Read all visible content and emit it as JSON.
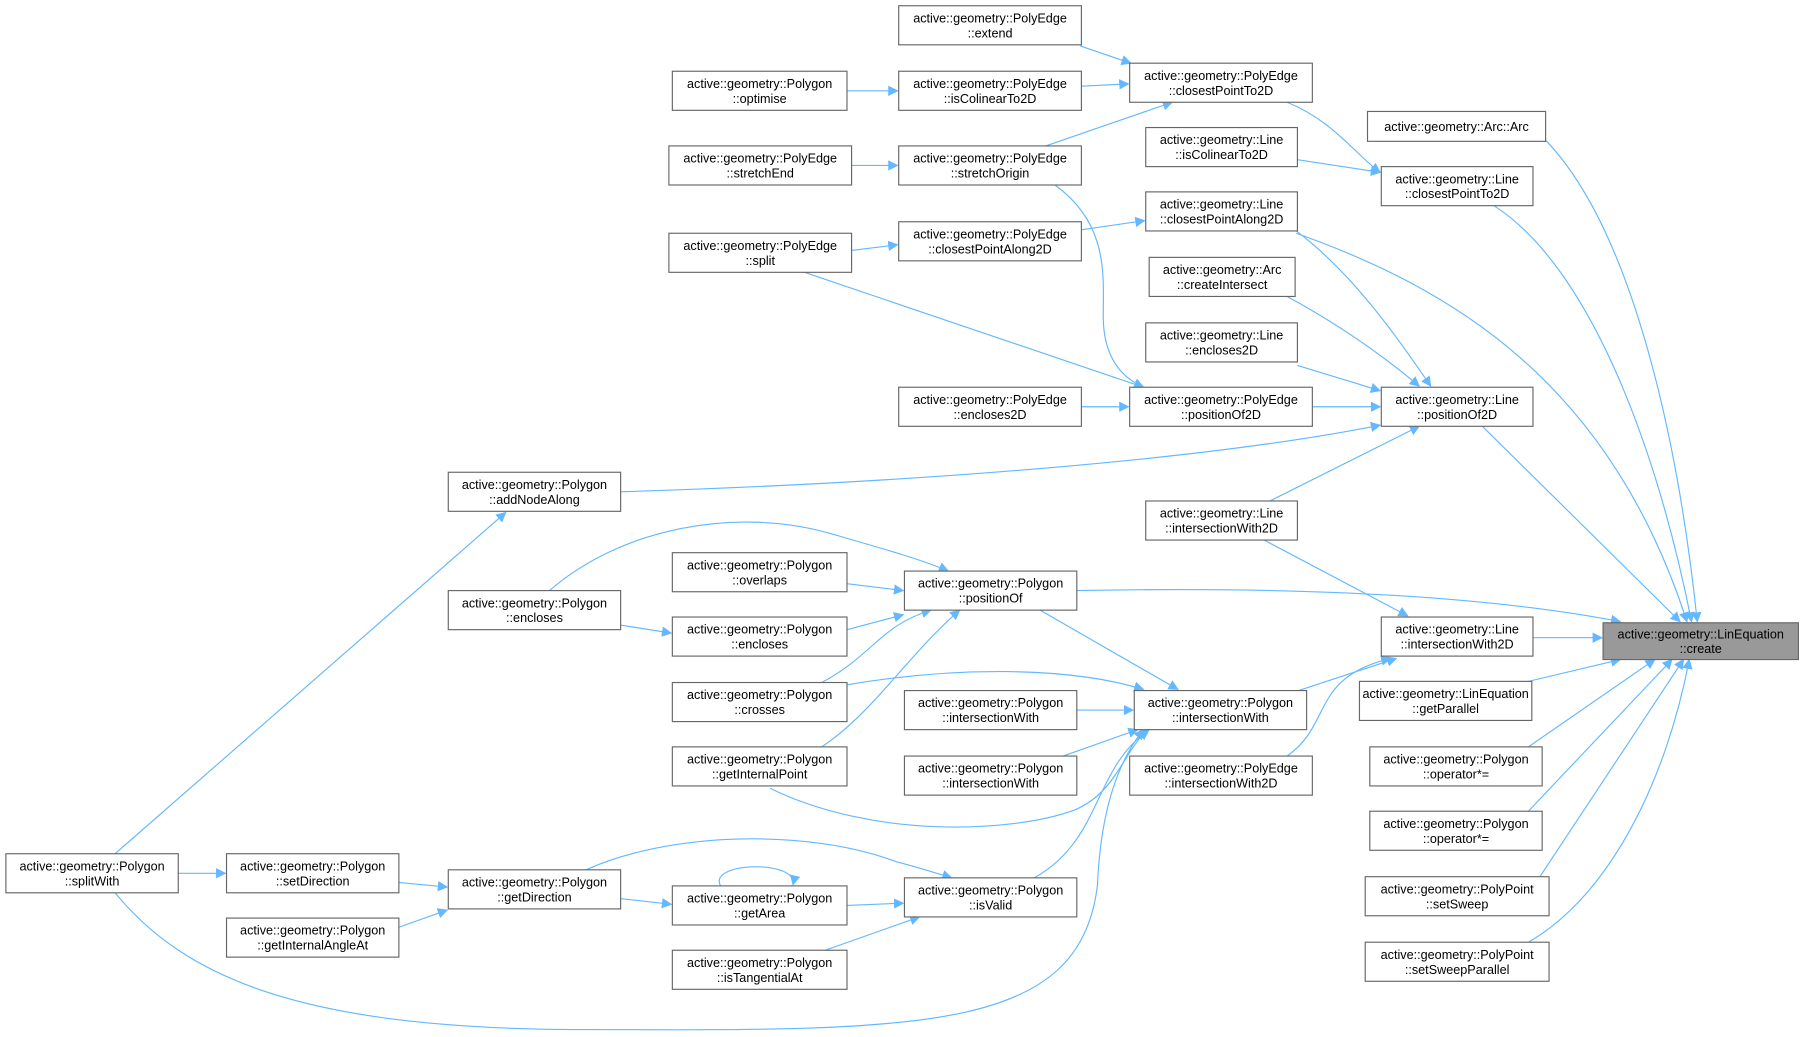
{
  "graph": {
    "colors": {
      "edge": "#63b8ff",
      "focus_fill": "#999999",
      "node_border": "#666666"
    },
    "nodes": {
      "create": [
        "active::geometry::LinEquation",
        "::create"
      ],
      "arc_arc": [
        "active::geometry::Arc::Arc"
      ],
      "pe_extend": [
        "active::geometry::PolyEdge",
        "::extend"
      ],
      "pe_cpt2d": [
        "active::geometry::PolyEdge",
        "::closestPointTo2D"
      ],
      "pg_optimise": [
        "active::geometry::Polygon",
        "::optimise"
      ],
      "pe_iscol": [
        "active::geometry::PolyEdge",
        "::isColinearTo2D"
      ],
      "ln_iscol": [
        "active::geometry::Line",
        "::isColinearTo2D"
      ],
      "ln_cpt2d": [
        "active::geometry::Line",
        "::closestPointTo2D"
      ],
      "pe_stretchend": [
        "active::geometry::PolyEdge",
        "::stretchEnd"
      ],
      "pe_stretchorigin": [
        "active::geometry::PolyEdge",
        "::stretchOrigin"
      ],
      "ln_cpa2d": [
        "active::geometry::Line",
        "::closestPointAlong2D"
      ],
      "pe_split": [
        "active::geometry::PolyEdge",
        "::split"
      ],
      "pe_cpa2d": [
        "active::geometry::PolyEdge",
        "::closestPointAlong2D"
      ],
      "arc_createintersect": [
        "active::geometry::Arc",
        "::createIntersect"
      ],
      "ln_encloses2d": [
        "active::geometry::Line",
        "::encloses2D"
      ],
      "pe_encloses2d": [
        "active::geometry::PolyEdge",
        "::encloses2D"
      ],
      "pe_pos2d": [
        "active::geometry::PolyEdge",
        "::positionOf2D"
      ],
      "ln_pos2d": [
        "active::geometry::Line",
        "::positionOf2D"
      ],
      "pg_addnodealong": [
        "active::geometry::Polygon",
        "::addNodeAlong"
      ],
      "ln_iw2d_a": [
        "active::geometry::Line",
        "::intersectionWith2D"
      ],
      "pg_overlaps": [
        "active::geometry::Polygon",
        "::overlaps"
      ],
      "pg_positionof": [
        "active::geometry::Polygon",
        "::positionOf"
      ],
      "pg_encloses_a": [
        "active::geometry::Polygon",
        "::encloses"
      ],
      "pg_encloses_b": [
        "active::geometry::Polygon",
        "::encloses"
      ],
      "ln_iw2d_b": [
        "active::geometry::Line",
        "::intersectionWith2D"
      ],
      "pg_crosses": [
        "active::geometry::Polygon",
        "::crosses"
      ],
      "pg_iw": [
        "active::geometry::Polygon",
        "::intersectionWith"
      ],
      "pg_iw_a": [
        "active::geometry::Polygon",
        "::intersectionWith"
      ],
      "le_getparallel": [
        "active::geometry::LinEquation",
        "::getParallel"
      ],
      "pg_getinternalpoint": [
        "active::geometry::Polygon",
        "::getInternalPoint"
      ],
      "pg_iw_b": [
        "active::geometry::Polygon",
        "::intersectionWith"
      ],
      "pe_iw2d": [
        "active::geometry::PolyEdge",
        "::intersectionWith2D"
      ],
      "pg_opmul_a": [
        "active::geometry::Polygon",
        "::operator*="
      ],
      "pg_opmul_b": [
        "active::geometry::Polygon",
        "::operator*="
      ],
      "pg_splitwith": [
        "active::geometry::Polygon",
        "::splitWith"
      ],
      "pg_setdirection": [
        "active::geometry::Polygon",
        "::setDirection"
      ],
      "pg_getdirection": [
        "active::geometry::Polygon",
        "::getDirection"
      ],
      "pg_getarea": [
        "active::geometry::Polygon",
        "::getArea"
      ],
      "pg_isvalid": [
        "active::geometry::Polygon",
        "::isValid"
      ],
      "pp_setsweep": [
        "active::geometry::PolyPoint",
        "::setSweep"
      ],
      "pg_getinternalangleat": [
        "active::geometry::Polygon",
        "::getInternalAngleAt"
      ],
      "pg_istangentialat": [
        "active::geometry::Polygon",
        "::isTangentialAt"
      ],
      "pp_setsweepparallel": [
        "active::geometry::PolyPoint",
        "::setSweepParallel"
      ]
    }
  }
}
